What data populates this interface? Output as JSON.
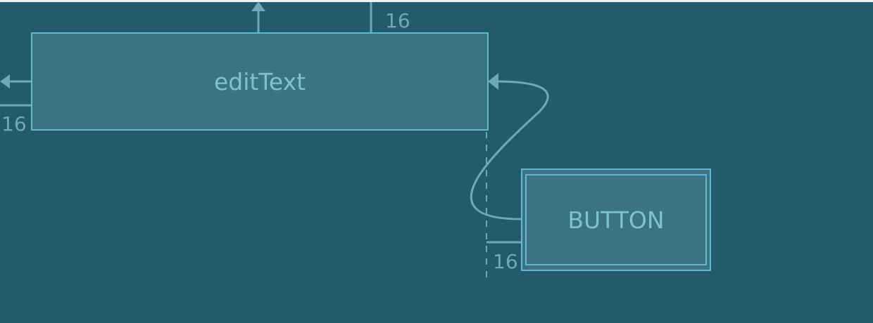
{
  "widgets": {
    "edit_text_label": "editText",
    "button_label": "BUTTON"
  },
  "constraints": {
    "edit_text_top_margin": "16",
    "edit_text_left_margin": "16",
    "button_margin": "16"
  },
  "colors": {
    "background": "#235b6c",
    "widget_fill": "#3b7385",
    "widget_border": "#63b6cf",
    "text": "#7fc1d4",
    "constraint_line": "#6fa8b8"
  }
}
